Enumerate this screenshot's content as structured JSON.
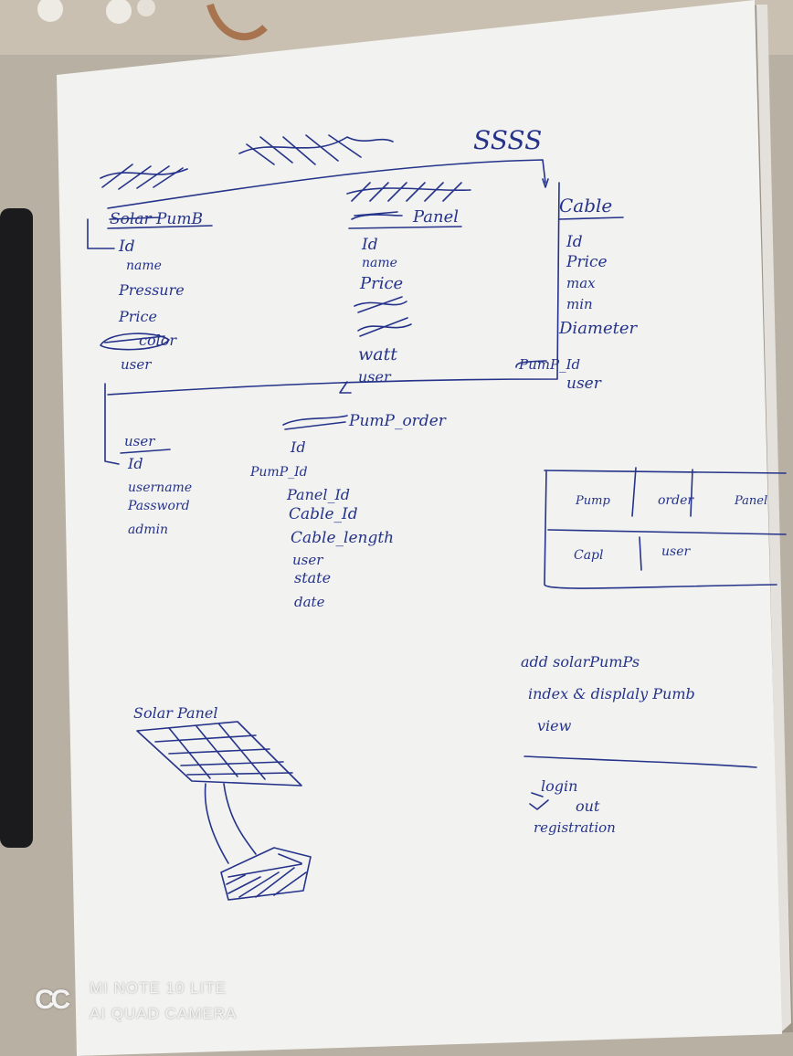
{
  "sketch": {
    "scribble_top": "SSSS",
    "solar_pump": {
      "title": "Solar PumB",
      "fields": [
        "Id",
        "name",
        "Pressure",
        "Price",
        "color",
        "user"
      ]
    },
    "solar_panel": {
      "title": "Panel",
      "fields": [
        "Id",
        "name",
        "Price",
        "watt",
        "user"
      ]
    },
    "cable": {
      "title": "Cable",
      "fields": [
        "Id",
        "Price",
        "max",
        "min",
        "Diameter",
        "PumP_Id",
        "user"
      ]
    },
    "user": {
      "title": "user",
      "fields": [
        "Id",
        "username",
        "Password",
        "admin"
      ]
    },
    "pump_order": {
      "title": "PumP_order",
      "fields": [
        "Id",
        "PumP_Id",
        "Panel_Id",
        "Cable_Id",
        "Cable_length",
        "user",
        "state",
        "date"
      ]
    },
    "table_sketch": {
      "cells": [
        "Pump",
        "order",
        "Panel",
        "Capl",
        "user"
      ]
    },
    "pages": [
      "add solarPumPs",
      "index & displaly Pumb",
      "view"
    ],
    "auth": [
      "login",
      "out",
      "registration"
    ],
    "drawing_label": "Solar Panel"
  },
  "watermark": {
    "logo": "CC",
    "line1": "MI NOTE 10 LITE",
    "line2": "AI QUAD CAMERA"
  }
}
